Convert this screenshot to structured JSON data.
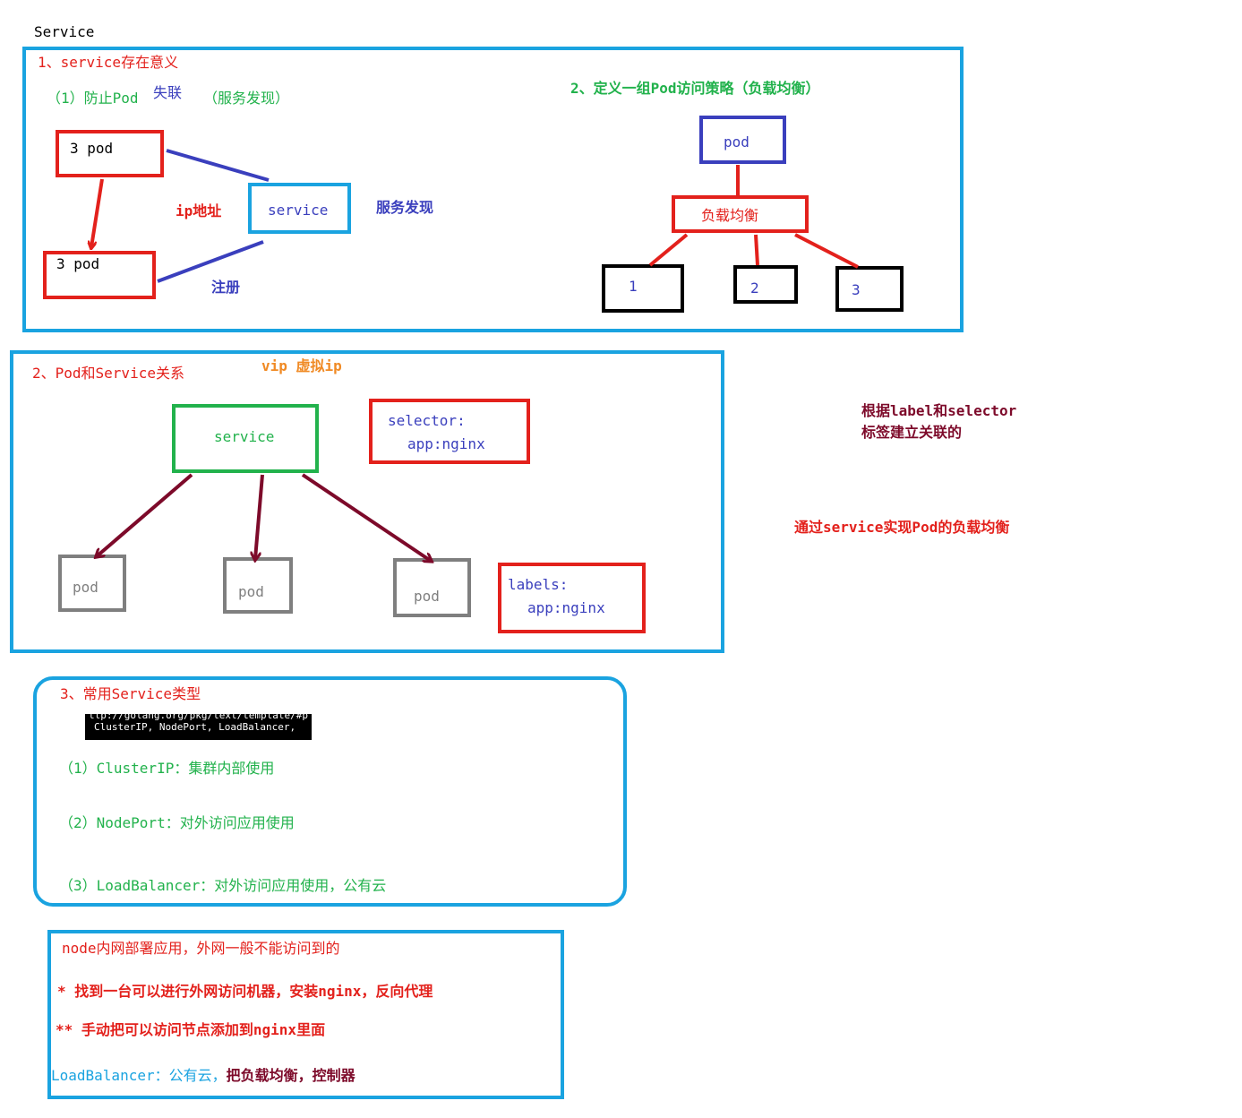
{
  "page_title": "Service",
  "section1": {
    "heading": "1、service存在意义",
    "sub1_left": "（1）防止Pod",
    "sub1_fragment": "失联",
    "sub1_right": "（服务发现）",
    "pod_top": "3  pod",
    "pod_bottom": "3  pod",
    "ip_label": "ip地址",
    "service_label": "service",
    "discovery_label": "服务发现",
    "register_label": "注册",
    "sub2": "2、定义一组Pod访问策略（负载均衡）",
    "lb_pod": "pod",
    "lb_label": "负载均衡",
    "nodes": [
      "1",
      "2",
      "3"
    ]
  },
  "section2": {
    "heading": "2、Pod和Service关系",
    "vip": "vip 虚拟ip",
    "service_label": "service",
    "selector_line1": "selector:",
    "selector_line2": "app:nginx",
    "pods": [
      "pod",
      "pod",
      "pod"
    ],
    "labels_line1": "labels:",
    "labels_line2": "app:nginx"
  },
  "side_notes": {
    "note1_line1": "根据label和selector",
    "note1_line2": "标签建立关联的",
    "note2": "通过service实现Pod的负载均衡"
  },
  "section3": {
    "heading": "3、常用Service类型",
    "terminal_line1": "ttp://golang.org/pkg/text/template/#p",
    "terminal_line2": "ClusterIP, NodePort, LoadBalancer,",
    "item1": "（1）ClusterIP：集群内部使用",
    "item2": "（2）NodePort：对外访问应用使用",
    "item3": "（3）LoadBalancer：对外访问应用使用，公有云"
  },
  "section4": {
    "line1": "node内网部署应用，外网一般不能访问到的",
    "line2": "*  找到一台可以进行外网访问机器，安装nginx，反向代理",
    "line3": "**  手动把可以访问节点添加到nginx里面",
    "line4_a": "LoadBalancer：公有云，",
    "line4_b": "把负载均衡，控制器"
  },
  "colors": {
    "red": "#e3211c",
    "blue_frame": "#1aa3e0",
    "green": "#22b24c",
    "indigo": "#3a3fbd",
    "maroon": "#7d0a2a",
    "gray": "#7f7f7f"
  }
}
